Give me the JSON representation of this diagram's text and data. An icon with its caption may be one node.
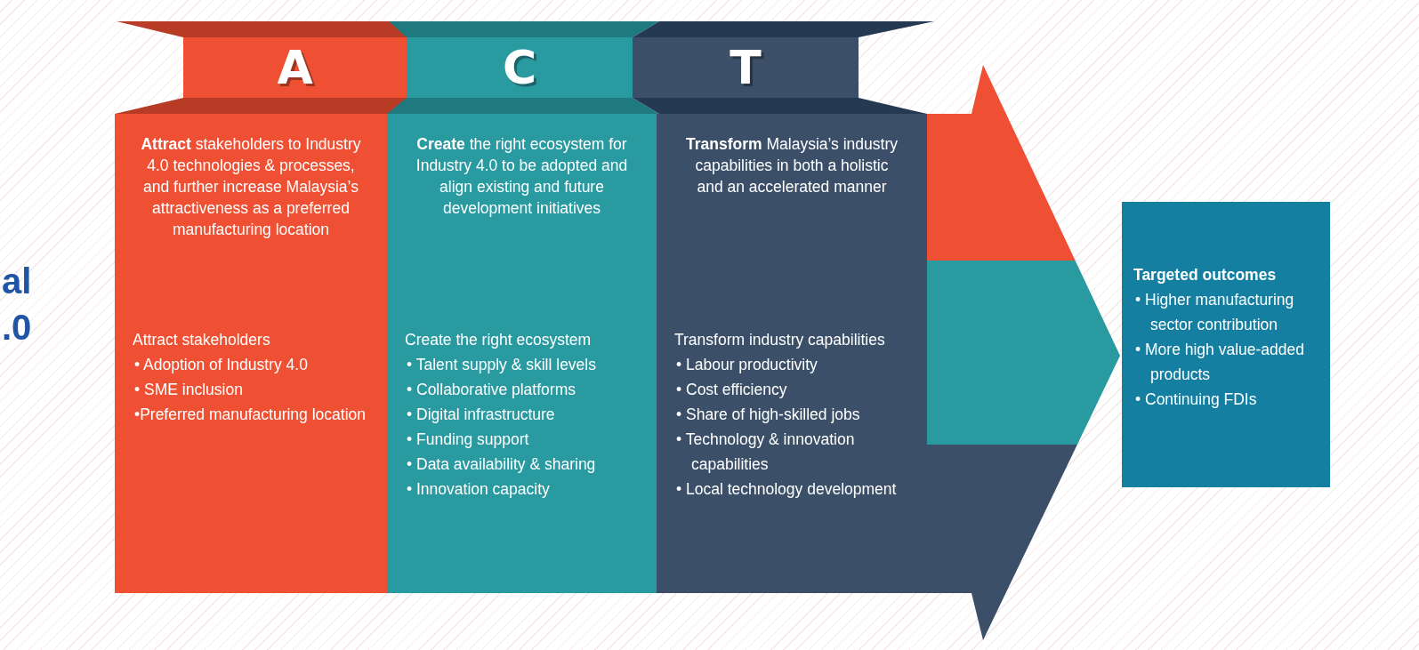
{
  "diagram": {
    "nodes": [
      {
        "text": [
          "A"
        ]
      },
      {
        "text": [
          "C"
        ]
      },
      {
        "text": [
          "T"
        ]
      },
      {
        "text": [
          "**Attract** stakeholders to Industry 4.0 technologies & processes, and further increase Malaysia’s attractiveness as a preferred manufacturing location"
        ]
      },
      {
        "text": [
          "**Create** the right ecosystem for Industry 4.0 to be adopted and align existing and future development initiatives"
        ]
      },
      {
        "text": [
          "**Transform** Malaysia’s industry capabilities in both a holistic and an accelerated manner"
        ]
      },
      {
        "text": [
          "Attract stakeholders",
          "• Adoption of Industry 4.0",
          "• SME inclusion",
          "•Preferred manufacturing location"
        ]
      },
      {
        "text": [
          "Create the right ecosystem",
          "• Talent supply & skill levels",
          "• Collaborative platforms",
          "• Digital infrastructure",
          "• Funding support",
          "• Data availability & sharing",
          "• Innovation capacity"
        ]
      },
      {
        "text": [
          "Transform industry capabilities",
          "• Labour productivity",
          "• Cost efficiency",
          "• Share of high-skilled jobs",
          "• Technology & innovation capabilities",
          "• Local technology development"
        ]
      },
      {
        "text": [
          "Targeted outcomes",
          "• Higher manufacturing sector contribution",
          "• More high value-added products",
          "• Continuing FDIs"
        ]
      }
    ],
    "edges": [
      {
        "from": null,
        "to": 9,
        "arrow": "to"
      }
    ],
    "labels": [
      "al",
      ".0"
    ]
  }
}
